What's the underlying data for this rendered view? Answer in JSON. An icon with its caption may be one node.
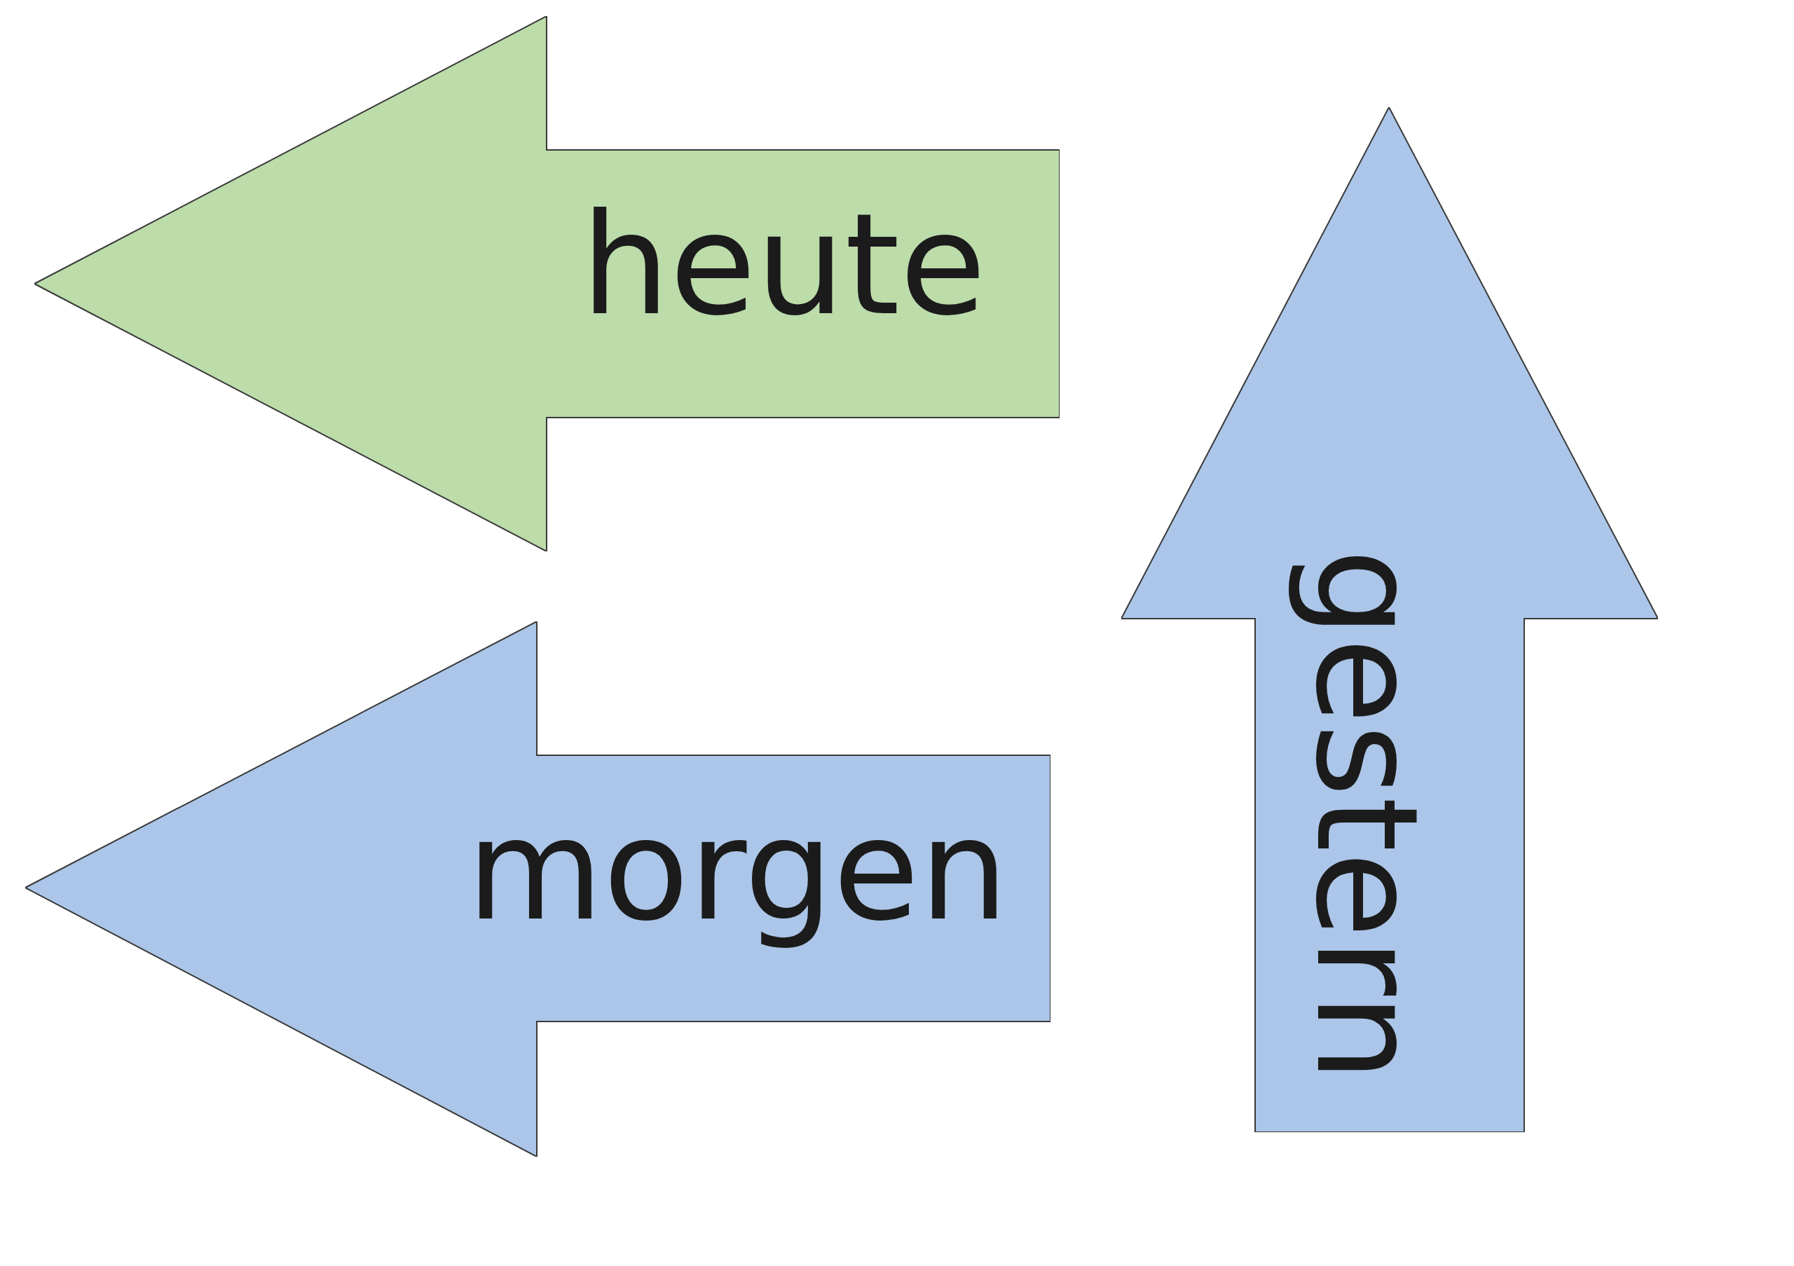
{
  "diagram": {
    "nodes": [
      {
        "text": [
          "heute"
        ]
      },
      {
        "text": [
          "morgen"
        ]
      },
      {
        "text": [
          "gestern"
        ]
      }
    ]
  }
}
